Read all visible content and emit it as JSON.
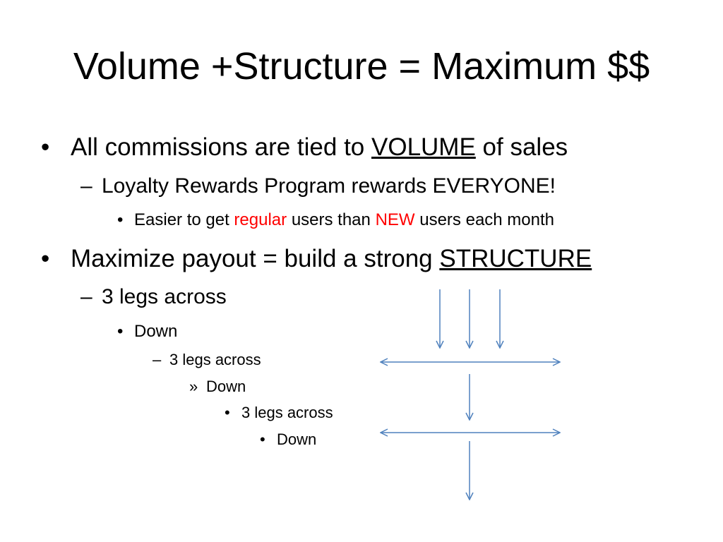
{
  "slide": {
    "title": "Volume +Structure = Maximum $$",
    "bullet1": {
      "marker": "•",
      "text_before": "All commissions are tied to",
      "emphasis": "VOLUME",
      "text_after": "of sales"
    },
    "bullet1_sub": {
      "marker": "–",
      "text": "Loyalty Rewards Program rewards EVERYONE!"
    },
    "bullet1_subsub": {
      "marker": "•",
      "text_before": "Easier to get",
      "highlight1": "regular",
      "text_middle": "users than",
      "highlight2": "NEW",
      "text_after": "users each month"
    },
    "bullet2": {
      "marker": "•",
      "text_before": "Maximize payout = build a strong",
      "emphasis": "STRUCTURE"
    },
    "nested": [
      {
        "marker": "–",
        "text": "3 legs across"
      },
      {
        "marker": "•",
        "text": "Down"
      },
      {
        "marker": "–",
        "text": "3 legs across"
      },
      {
        "marker": "»",
        "text": "Down"
      },
      {
        "marker": "•",
        "text": "3 legs across"
      },
      {
        "marker": "•",
        "text": "Down"
      }
    ],
    "colors": {
      "text": "#000000",
      "highlight": "#ff0000",
      "arrow": "#4f81bd"
    }
  }
}
